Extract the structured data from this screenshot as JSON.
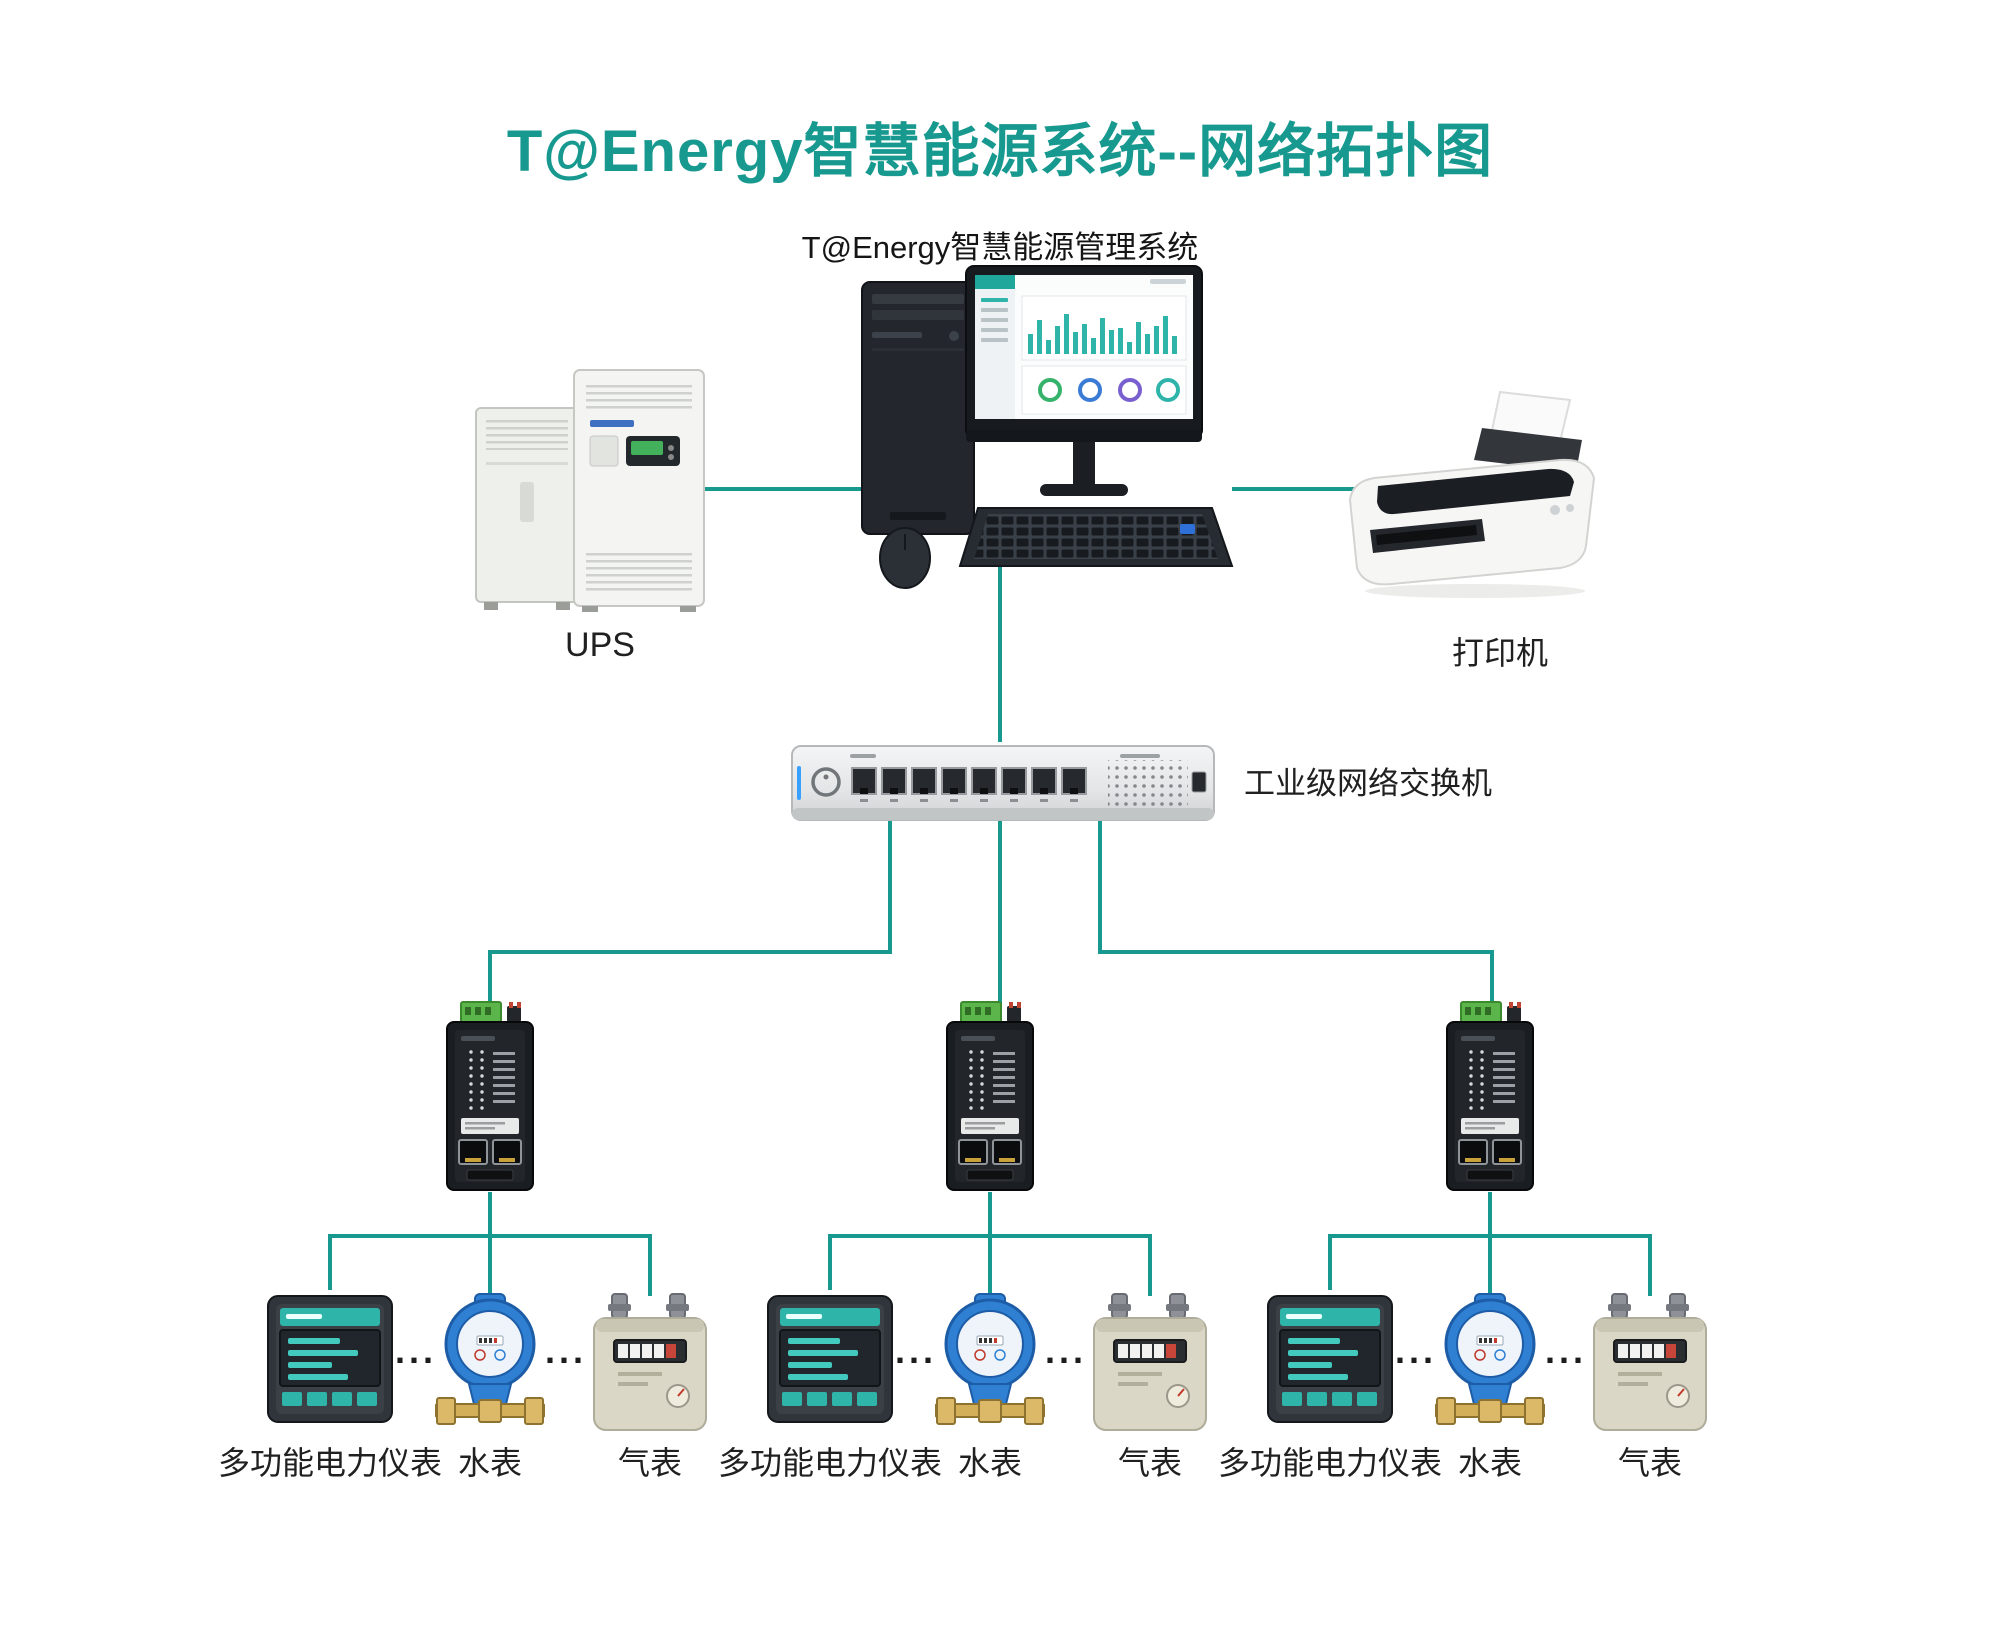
{
  "colors": {
    "accent": "#17998F"
  },
  "page": {
    "title": "T@Energy智慧能源系统--网络拓扑图",
    "subtitle": "T@Energy智慧能源管理系统"
  },
  "labels": {
    "ups": "UPS",
    "printer": "打印机",
    "switch": "工业级网络交换机",
    "ellipsis": "..."
  },
  "groups": [
    {
      "meters": [
        {
          "label": "多功能电力仪表"
        },
        {
          "label": "水表"
        },
        {
          "label": "气表"
        }
      ]
    },
    {
      "meters": [
        {
          "label": "多功能电力仪表"
        },
        {
          "label": "水表"
        },
        {
          "label": "气表"
        }
      ]
    },
    {
      "meters": [
        {
          "label": "多功能电力仪表"
        },
        {
          "label": "水表"
        },
        {
          "label": "气表"
        }
      ]
    }
  ]
}
